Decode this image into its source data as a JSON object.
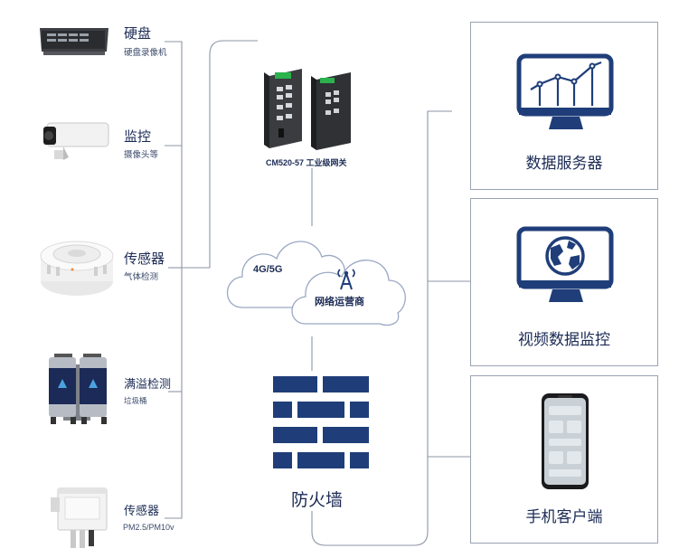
{
  "devices": [
    {
      "title": "硬盘",
      "subtitle": "硬盘录像机",
      "icon": "nvr-icon"
    },
    {
      "title": "监控",
      "subtitle": "摄像头等",
      "icon": "camera-icon"
    },
    {
      "title": "传感器",
      "subtitle": "气体检测",
      "icon": "gas-sensor-icon"
    },
    {
      "title": "满溢检测",
      "subtitle": "垃圾桶",
      "icon": "trash-bin-icon"
    },
    {
      "title": "传感器",
      "subtitle": "PM2.5/PM10v",
      "icon": "pm-sensor-icon"
    }
  ],
  "gateway": {
    "label": "CM520-57 工业级网关",
    "icon": "industrial-gateway-icon"
  },
  "cloud": {
    "left_text": "4G/5G",
    "right_text": "网络运营商",
    "icon": "antenna-icon"
  },
  "firewall": {
    "label": "防火墙",
    "icon": "brick-wall-icon"
  },
  "endpoints": [
    {
      "label": "数据服务器",
      "icon": "monitor-chart-icon"
    },
    {
      "label": "视频数据监控",
      "icon": "monitor-globe-icon"
    },
    {
      "label": "手机客户端",
      "icon": "smartphone-icon"
    }
  ],
  "colors": {
    "navy": "#1f3e79",
    "line": "#8d95a5",
    "text": "#1b2b55"
  }
}
